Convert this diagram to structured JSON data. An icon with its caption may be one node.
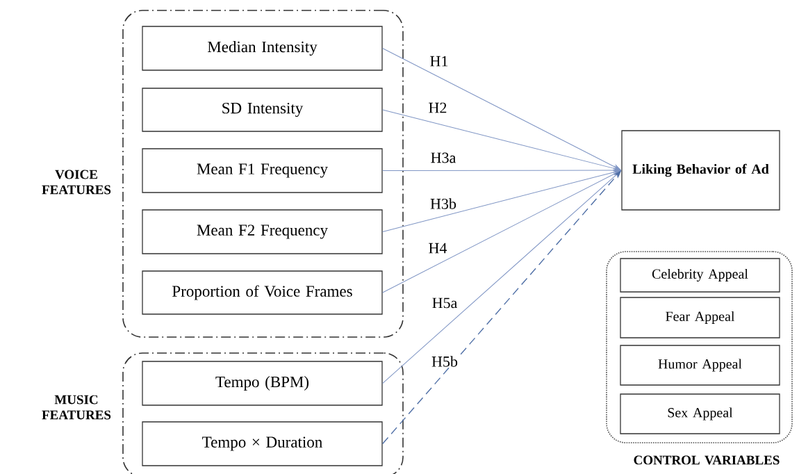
{
  "diagram": {
    "nodes": [
      {
        "text": [
          "VOICE FEATURES"
        ]
      },
      {
        "text": [
          "Median Intensity"
        ],
        "in": 0
      },
      {
        "text": [
          "SD Intensity"
        ],
        "in": 0
      },
      {
        "text": [
          "Mean F1 Frequency"
        ],
        "in": 0
      },
      {
        "text": [
          "Mean F2 Frequency"
        ],
        "in": 0
      },
      {
        "text": [
          "Proportion of Voice Frames"
        ],
        "in": 0
      },
      {
        "text": [
          "MUSIC FEATURES"
        ]
      },
      {
        "text": [
          "Tempo (BPM)"
        ],
        "in": 6
      },
      {
        "text": [
          "Tempo × Duration"
        ],
        "in": 6
      },
      {
        "text": [
          "Liking Behavior of Ad"
        ]
      },
      {
        "text": [
          "CONTROL VARIABLES"
        ]
      },
      {
        "text": [
          "Celebrity Appeal"
        ],
        "in": 10
      },
      {
        "text": [
          "Fear Appeal"
        ],
        "in": 10
      },
      {
        "text": [
          "Humor Appeal"
        ],
        "in": 10
      },
      {
        "text": [
          "Sex Appeal"
        ],
        "in": 10
      }
    ],
    "edges": [
      {
        "from": 1,
        "to": 9,
        "arrow": "to",
        "label": "H1"
      },
      {
        "from": 2,
        "to": 9,
        "arrow": "to",
        "label": "H2"
      },
      {
        "from": 3,
        "to": 9,
        "arrow": "to",
        "label": "H3a"
      },
      {
        "from": 4,
        "to": 9,
        "arrow": "to",
        "label": "H3b"
      },
      {
        "from": 5,
        "to": 9,
        "arrow": "to",
        "label": "H4"
      },
      {
        "from": 7,
        "to": 9,
        "arrow": "to",
        "label": "H5a"
      },
      {
        "from": 8,
        "to": 9,
        "arrow": "to",
        "label": "H5b",
        "style": "dashed",
        "color": "#4f6fa6"
      }
    ]
  }
}
